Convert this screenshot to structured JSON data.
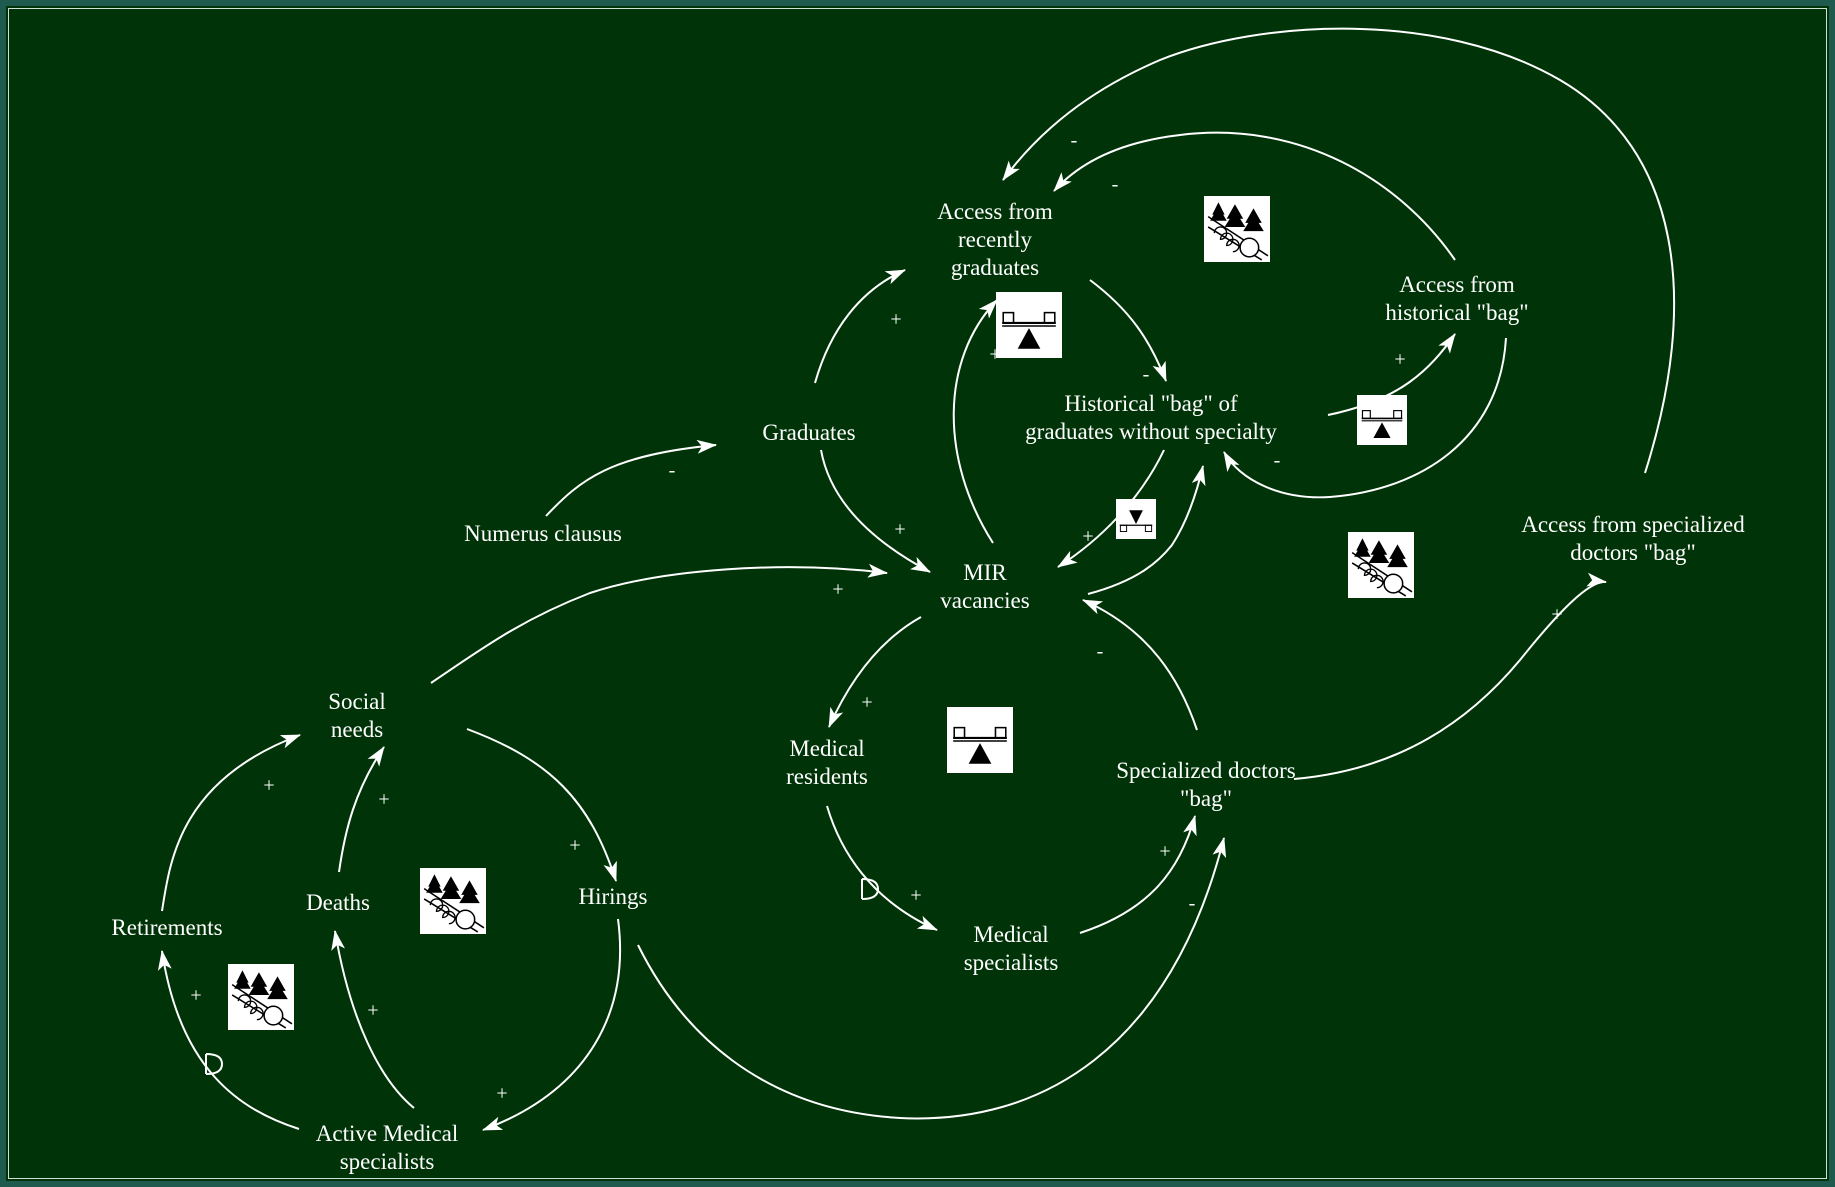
{
  "diagram": {
    "title": "",
    "colors": {
      "background": "#003408",
      "frame": "#1f5a4e",
      "stroke": "#ffffff",
      "text": "#ffffff"
    },
    "nodes": {
      "access_recent": "Access from\nrecently\ngraduates",
      "access_hist": "Access from\nhistorical \"bag\"",
      "hist_bag": "Historical \"bag\" of\ngraduates without specialty",
      "graduates": "Graduates",
      "numerus": "Numerus clausus",
      "access_spec": "Access  from specialized\ndoctors \"bag\"",
      "mir": "MIR\nvacancies",
      "social": "Social\nneeds",
      "residents": "Medical\nresidents",
      "spec_bag": "Specialized doctors\n\"bag\"",
      "retirements": "Retirements",
      "deaths": "Deaths",
      "hirings": "Hirings",
      "med_spec": "Medical\nspecialists",
      "active": "Active Medical\nspecialists"
    },
    "links": [
      {
        "from": "graduates",
        "to": "access_recent",
        "polarity": "+"
      },
      {
        "from": "mir",
        "to": "access_recent",
        "polarity": "+"
      },
      {
        "from": "access_recent",
        "to": "hist_bag",
        "polarity": "-"
      },
      {
        "from": "access_hist",
        "to": "access_recent",
        "polarity": "-"
      },
      {
        "from": "access_spec",
        "to": "access_recent",
        "polarity": "-"
      },
      {
        "from": "hist_bag",
        "to": "access_hist",
        "polarity": "+"
      },
      {
        "from": "access_hist",
        "to": "hist_bag",
        "polarity": "-"
      },
      {
        "from": "numerus",
        "to": "graduates",
        "polarity": "-"
      },
      {
        "from": "graduates",
        "to": "mir",
        "polarity": "+"
      },
      {
        "from": "hist_bag",
        "to": "mir",
        "polarity": "+"
      },
      {
        "from": "mir",
        "to": "hist_bag",
        "polarity": ""
      },
      {
        "from": "social",
        "to": "mir",
        "polarity": "+"
      },
      {
        "from": "mir",
        "to": "residents",
        "polarity": "+"
      },
      {
        "from": "spec_bag",
        "to": "mir",
        "polarity": "-"
      },
      {
        "from": "residents",
        "to": "med_spec",
        "polarity": "+",
        "delay": true
      },
      {
        "from": "med_spec",
        "to": "spec_bag",
        "polarity": "+"
      },
      {
        "from": "hirings",
        "to": "spec_bag",
        "polarity": "-"
      },
      {
        "from": "spec_bag",
        "to": "access_spec",
        "polarity": "+"
      },
      {
        "from": "social",
        "to": "hirings",
        "polarity": "+"
      },
      {
        "from": "retirements",
        "to": "social",
        "polarity": "+"
      },
      {
        "from": "deaths",
        "to": "social",
        "polarity": "+"
      },
      {
        "from": "hirings",
        "to": "active",
        "polarity": "+"
      },
      {
        "from": "active",
        "to": "retirements",
        "polarity": "+",
        "delay": true
      },
      {
        "from": "active",
        "to": "deaths",
        "polarity": "+"
      }
    ],
    "loop_icons": [
      {
        "kind": "balancing",
        "label": ""
      },
      {
        "kind": "reinforcing",
        "label": ""
      },
      {
        "kind": "balancing",
        "label": ""
      },
      {
        "kind": "balancing",
        "label": ""
      },
      {
        "kind": "reinforcing",
        "label": ""
      },
      {
        "kind": "balancing",
        "label": ""
      },
      {
        "kind": "reinforcing",
        "label": ""
      },
      {
        "kind": "reinforcing",
        "label": ""
      }
    ]
  }
}
